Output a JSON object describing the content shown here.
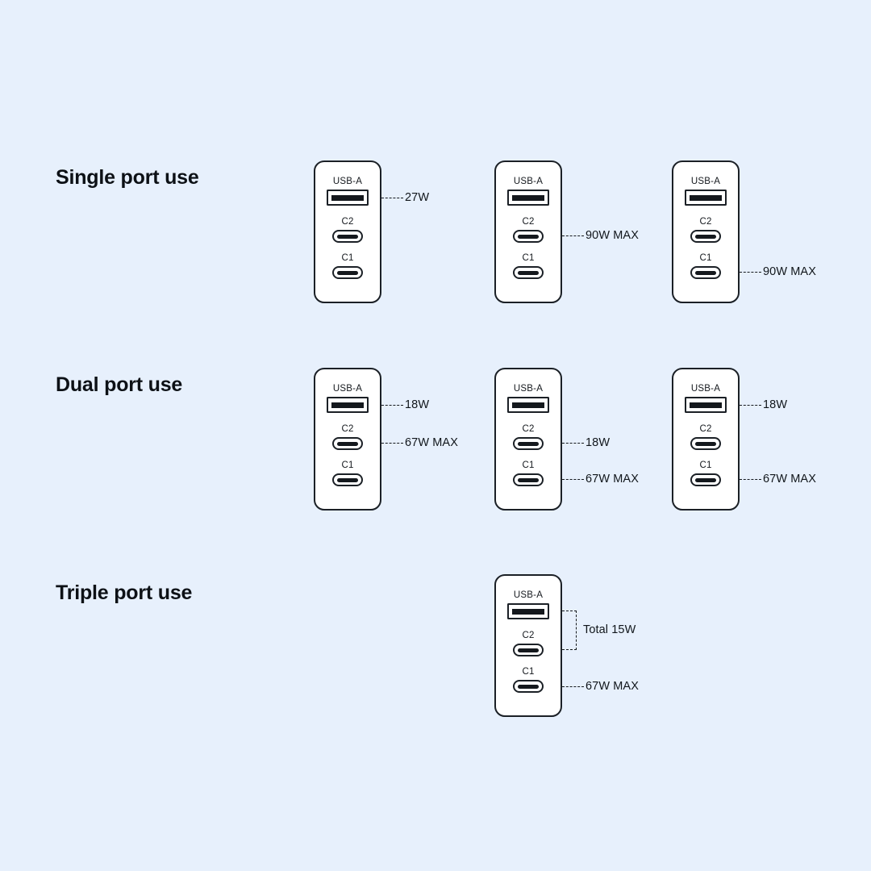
{
  "canvas": {
    "background_color": "#e7f0fc",
    "ink_color": "#14181d",
    "device_fill": "#ffffff"
  },
  "sections": [
    {
      "id": "single",
      "title": "Single port use",
      "devices": [
        {
          "id": "single-1",
          "ports": [
            {
              "name": "usb-a",
              "label": "USB-A",
              "type": "usb-a"
            },
            {
              "name": "c2",
              "label": "C2",
              "type": "usb-c"
            },
            {
              "name": "c1",
              "label": "C1",
              "type": "usb-c"
            }
          ],
          "callouts": [
            {
              "text": "27W",
              "at_port": "usb-a"
            }
          ]
        },
        {
          "id": "single-2",
          "ports": [
            {
              "name": "usb-a",
              "label": "USB-A",
              "type": "usb-a"
            },
            {
              "name": "c2",
              "label": "C2",
              "type": "usb-c"
            },
            {
              "name": "c1",
              "label": "C1",
              "type": "usb-c"
            }
          ],
          "callouts": [
            {
              "text": "90W MAX",
              "at_port": "c2"
            }
          ]
        },
        {
          "id": "single-3",
          "ports": [
            {
              "name": "usb-a",
              "label": "USB-A",
              "type": "usb-a"
            },
            {
              "name": "c2",
              "label": "C2",
              "type": "usb-c"
            },
            {
              "name": "c1",
              "label": "C1",
              "type": "usb-c"
            }
          ],
          "callouts": [
            {
              "text": "90W MAX",
              "at_port": "c1"
            }
          ]
        }
      ]
    },
    {
      "id": "dual",
      "title": "Dual port use",
      "devices": [
        {
          "id": "dual-1",
          "ports": [
            {
              "name": "usb-a",
              "label": "USB-A",
              "type": "usb-a"
            },
            {
              "name": "c2",
              "label": "C2",
              "type": "usb-c"
            },
            {
              "name": "c1",
              "label": "C1",
              "type": "usb-c"
            }
          ],
          "callouts": [
            {
              "text": "18W",
              "at_port": "usb-a"
            },
            {
              "text": "67W MAX",
              "at_port": "c2"
            }
          ]
        },
        {
          "id": "dual-2",
          "ports": [
            {
              "name": "usb-a",
              "label": "USB-A",
              "type": "usb-a"
            },
            {
              "name": "c2",
              "label": "C2",
              "type": "usb-c"
            },
            {
              "name": "c1",
              "label": "C1",
              "type": "usb-c"
            }
          ],
          "callouts": [
            {
              "text": "18W",
              "at_port": "c2"
            },
            {
              "text": "67W MAX",
              "at_port": "c1"
            }
          ]
        },
        {
          "id": "dual-3",
          "ports": [
            {
              "name": "usb-a",
              "label": "USB-A",
              "type": "usb-a"
            },
            {
              "name": "c2",
              "label": "C2",
              "type": "usb-c"
            },
            {
              "name": "c1",
              "label": "C1",
              "type": "usb-c"
            }
          ],
          "callouts": [
            {
              "text": "18W",
              "at_port": "usb-a"
            },
            {
              "text": "67W MAX",
              "at_port": "c1"
            }
          ]
        }
      ]
    },
    {
      "id": "triple",
      "title": "Triple port use",
      "devices": [
        {
          "id": "triple-1",
          "ports": [
            {
              "name": "usb-a",
              "label": "USB-A",
              "type": "usb-a"
            },
            {
              "name": "c2",
              "label": "C2",
              "type": "usb-c"
            },
            {
              "name": "c1",
              "label": "C1",
              "type": "usb-c"
            }
          ],
          "callouts": [
            {
              "text": "Total 15W",
              "bracket_from": "usb-a",
              "bracket_to": "c2"
            },
            {
              "text": "67W MAX",
              "at_port": "c1"
            }
          ]
        }
      ]
    }
  ]
}
